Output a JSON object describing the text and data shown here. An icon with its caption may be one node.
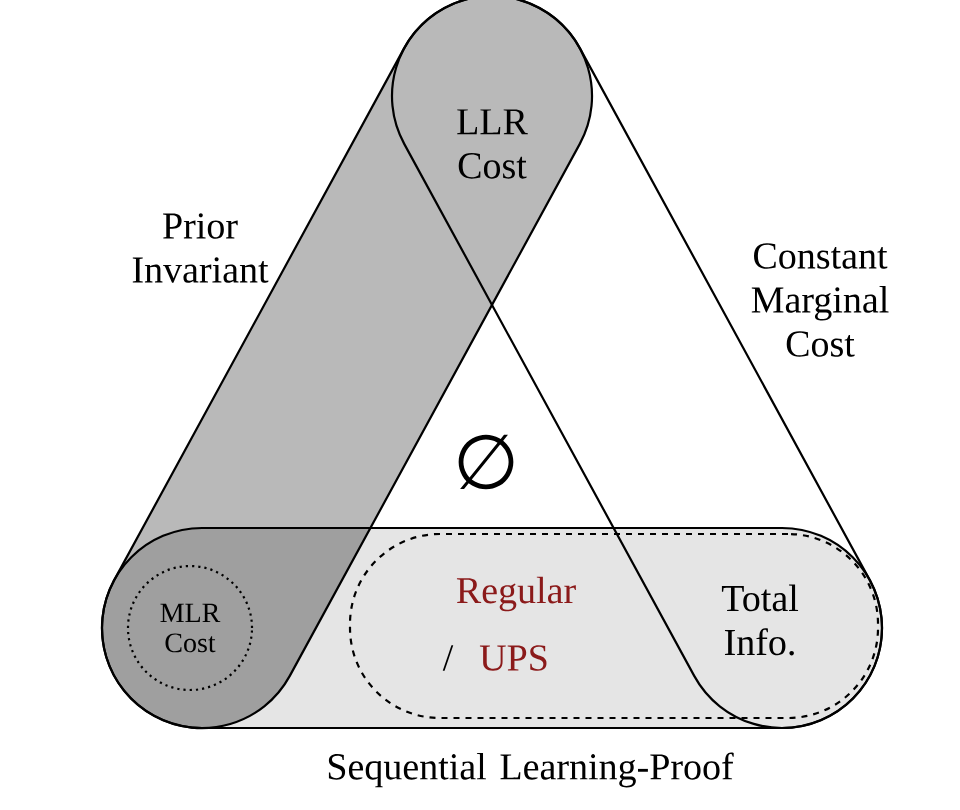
{
  "diagram": {
    "nodes": [
      {
        "text": [
          "Prior Invariant"
        ]
      },
      {
        "text": [
          "Constant Marginal Cost"
        ]
      },
      {
        "text": [
          "Sequential Learning-Proof"
        ]
      },
      {
        "text": [
          "MLR Cost"
        ]
      },
      {
        "text": [
          "Regular",
          "/",
          "UPS"
        ],
        "in": 2
      }
    ],
    "labels": [
      "LLR Cost",
      "∅",
      "Total Info."
    ]
  }
}
